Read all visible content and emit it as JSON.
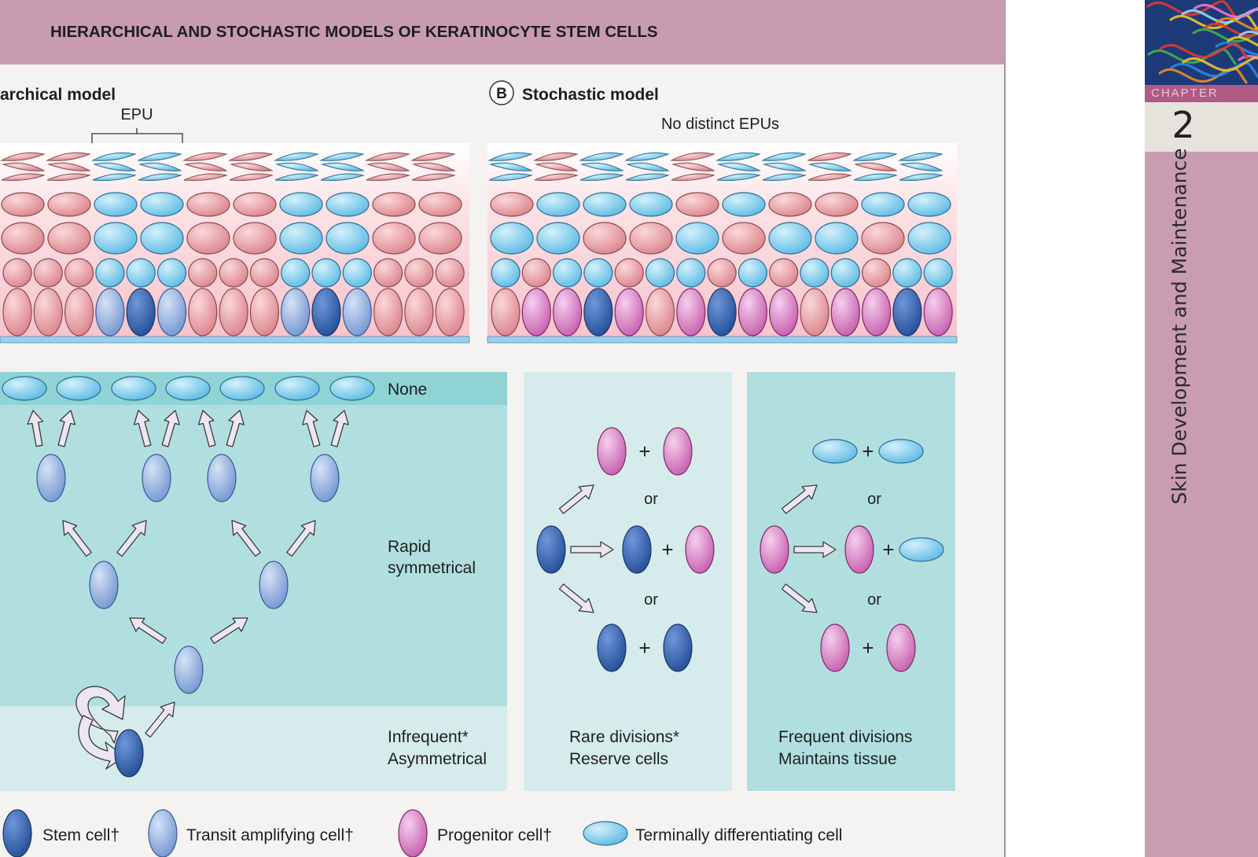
{
  "header": {
    "title": "HIERARCHICAL AND STOCHASTIC MODELS OF KERATINOCYTE STEM CELLS"
  },
  "panel_a": {
    "title": "archical model",
    "epu_label": "EPU",
    "row_none": "None",
    "row_rapid": [
      "Rapid",
      "symmetrical"
    ],
    "row_infrequent": [
      "Infrequent*",
      "Asymmetrical"
    ]
  },
  "panel_b": {
    "letter": "B",
    "title": "Stochastic model",
    "subtitle": "No distinct EPUs",
    "or_label": "or",
    "plus_label": "+",
    "box1_caption": [
      "Rare divisions*",
      "Reserve cells"
    ],
    "box2_caption": [
      "Frequent divisions",
      "Maintains tissue"
    ]
  },
  "legend": {
    "stem": "Stem cell†",
    "transit": "Transit amplifying cell†",
    "progenitor": "Progenitor cell†",
    "terminal": "Terminally differentiating cell"
  },
  "sidebar": {
    "chapter_label": "CHAPTER",
    "chapter_number": "2",
    "chapter_title": "Skin Development and Maintenance"
  },
  "colors": {
    "header_bg": "#c89bb0",
    "stem": "#2c5caa",
    "transit": "#86a7db",
    "progenitor": "#d070b8",
    "terminal": "#7fcbea",
    "keratinocyte": "#e8a0a5",
    "teal_dark": "#8fd3d4",
    "teal_mid": "#b1dfdf",
    "teal_light": "#d6ecec",
    "sidebar": "#c99cb1"
  }
}
